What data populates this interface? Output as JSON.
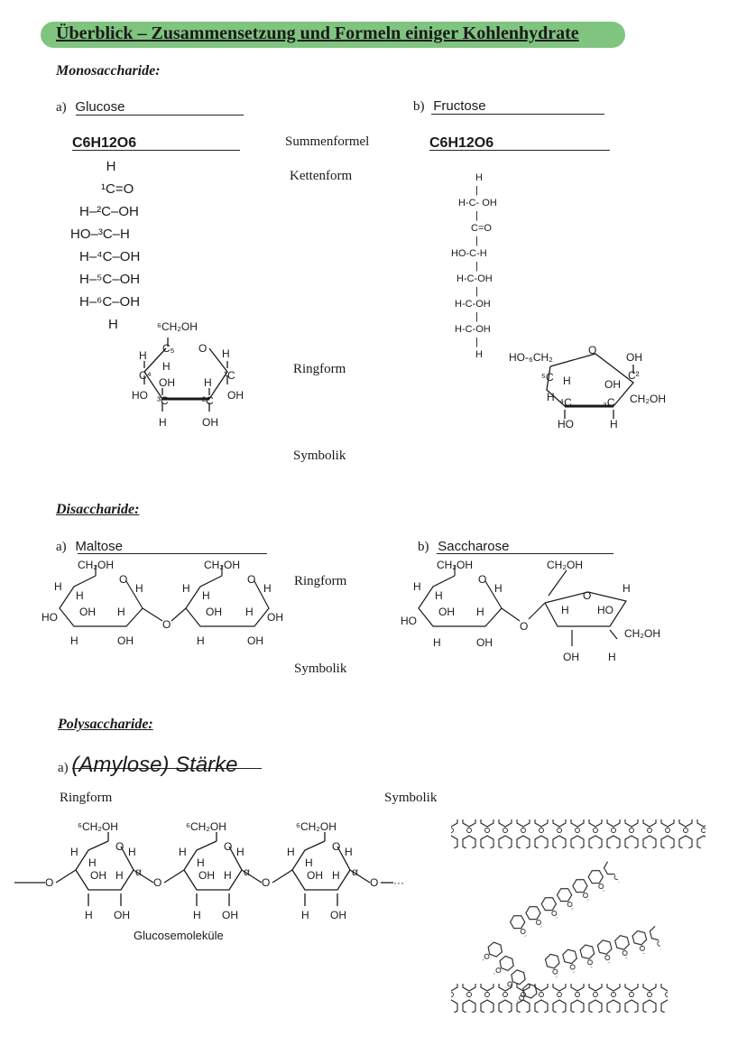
{
  "title": "Überblick – Zusammensetzung und Formeln einiger Kohlenhydrate",
  "mono": {
    "heading": "Monosaccharide:",
    "a_prefix": "a)",
    "a_name": "Glucose",
    "b_prefix": "b)",
    "b_name": "Fructose",
    "glucose_formula": "C6H12O6",
    "fructose_formula": "C6H12O6",
    "labels": {
      "summenformel": "Summenformel",
      "kettenform": "Kettenform",
      "ringform": "Ringform",
      "symbolik": "Symbolik"
    },
    "glucose_chain": [
      "H",
      "¹C=O",
      "H–²C–OH",
      "HO–³C–H",
      "H–⁴C–OH",
      "H–⁵C–OH",
      "H–⁶C–OH",
      "H"
    ],
    "fructose_chain": [
      "H",
      "H-C- OH",
      "C=O",
      "HO-C-H",
      "H-C-OH",
      "H-C-OH",
      "H-C-OH",
      "H"
    ]
  },
  "di": {
    "heading": "Disaccharide:",
    "a_prefix": "a)",
    "a_name": "Maltose",
    "b_prefix": "b)",
    "b_name": "Saccharose",
    "labels": {
      "ringform": "Ringform",
      "symbolik": "Symbolik"
    }
  },
  "poly": {
    "heading": "Polysaccharide:",
    "a_prefix": "a)",
    "a_name": "(Amylose) Stärke",
    "label_ringform": "Ringform",
    "label_symbolik": "Symbolik",
    "caption": "Glucosemoleküle"
  },
  "colors": {
    "title_bar": "#7fc47f",
    "ink": "#1a1a1a"
  }
}
